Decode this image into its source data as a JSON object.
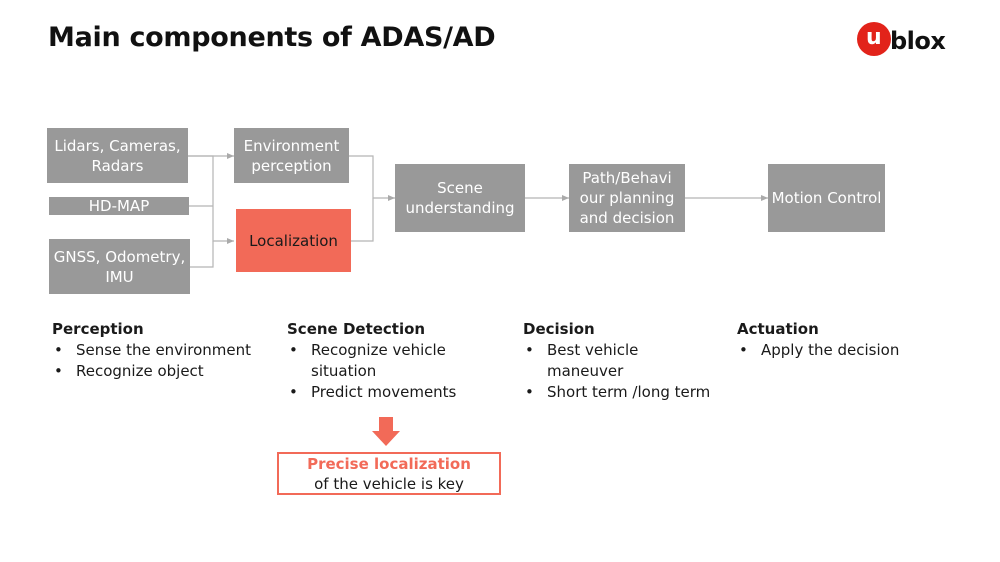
{
  "title": "Main components of ADAS/AD",
  "logo": {
    "mark": "u",
    "text": "blox"
  },
  "boxes": {
    "sensors": "Lidars, Cameras, Radars",
    "hdmap": "HD-MAP",
    "gnss": "GNSS, Odometry, IMU",
    "env": "Environment perception",
    "loc": "Localization",
    "scene": "Scene understanding",
    "path": "Path/Behavi our planning and decision",
    "motion": "Motion Control"
  },
  "columns": [
    {
      "heading": "Perception",
      "items": [
        "Sense the environment",
        "Recognize object"
      ]
    },
    {
      "heading": "Scene Detection",
      "items": [
        "Recognize vehicle situation",
        "Predict movements"
      ]
    },
    {
      "heading": "Decision",
      "items": [
        "Best vehicle maneuver",
        "Short term /long term"
      ]
    },
    {
      "heading": "Actuation",
      "items": [
        "Apply the decision"
      ]
    }
  ],
  "callout": {
    "strong": "Precise localization",
    "rest": "of the vehicle is key"
  },
  "colors": {
    "box_gray": "#999999",
    "accent": "#f26a58",
    "logo_red": "#e2231a"
  }
}
